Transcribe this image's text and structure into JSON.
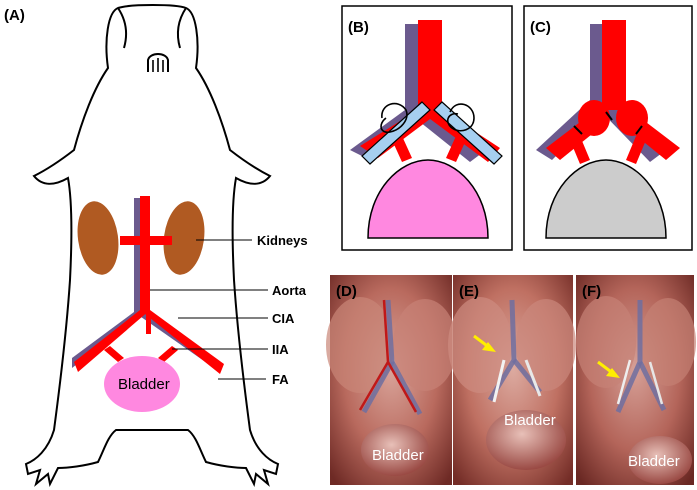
{
  "panels": {
    "a": "(A)",
    "b": "(B)",
    "c": "(C)",
    "d": "(D)",
    "e": "(E)",
    "f": "(F)"
  },
  "labels": {
    "kidneys": "Kidneys",
    "aorta": "Aorta",
    "cia": "CIA",
    "iia": "IIA",
    "fa": "FA",
    "bladder": "Bladder"
  },
  "photos": {
    "d_bladder": "Bladder",
    "e_bladder": "Bladder",
    "f_bladder": "Bladder"
  },
  "colors": {
    "artery": "#ff0000",
    "vein": "#6b5a8e",
    "kidney": "#b05a22",
    "bladder_pink": "#ff88e0",
    "bladder_gray": "#cccccc",
    "catheter": "#a6cff0",
    "arrow": "#ffee00"
  }
}
